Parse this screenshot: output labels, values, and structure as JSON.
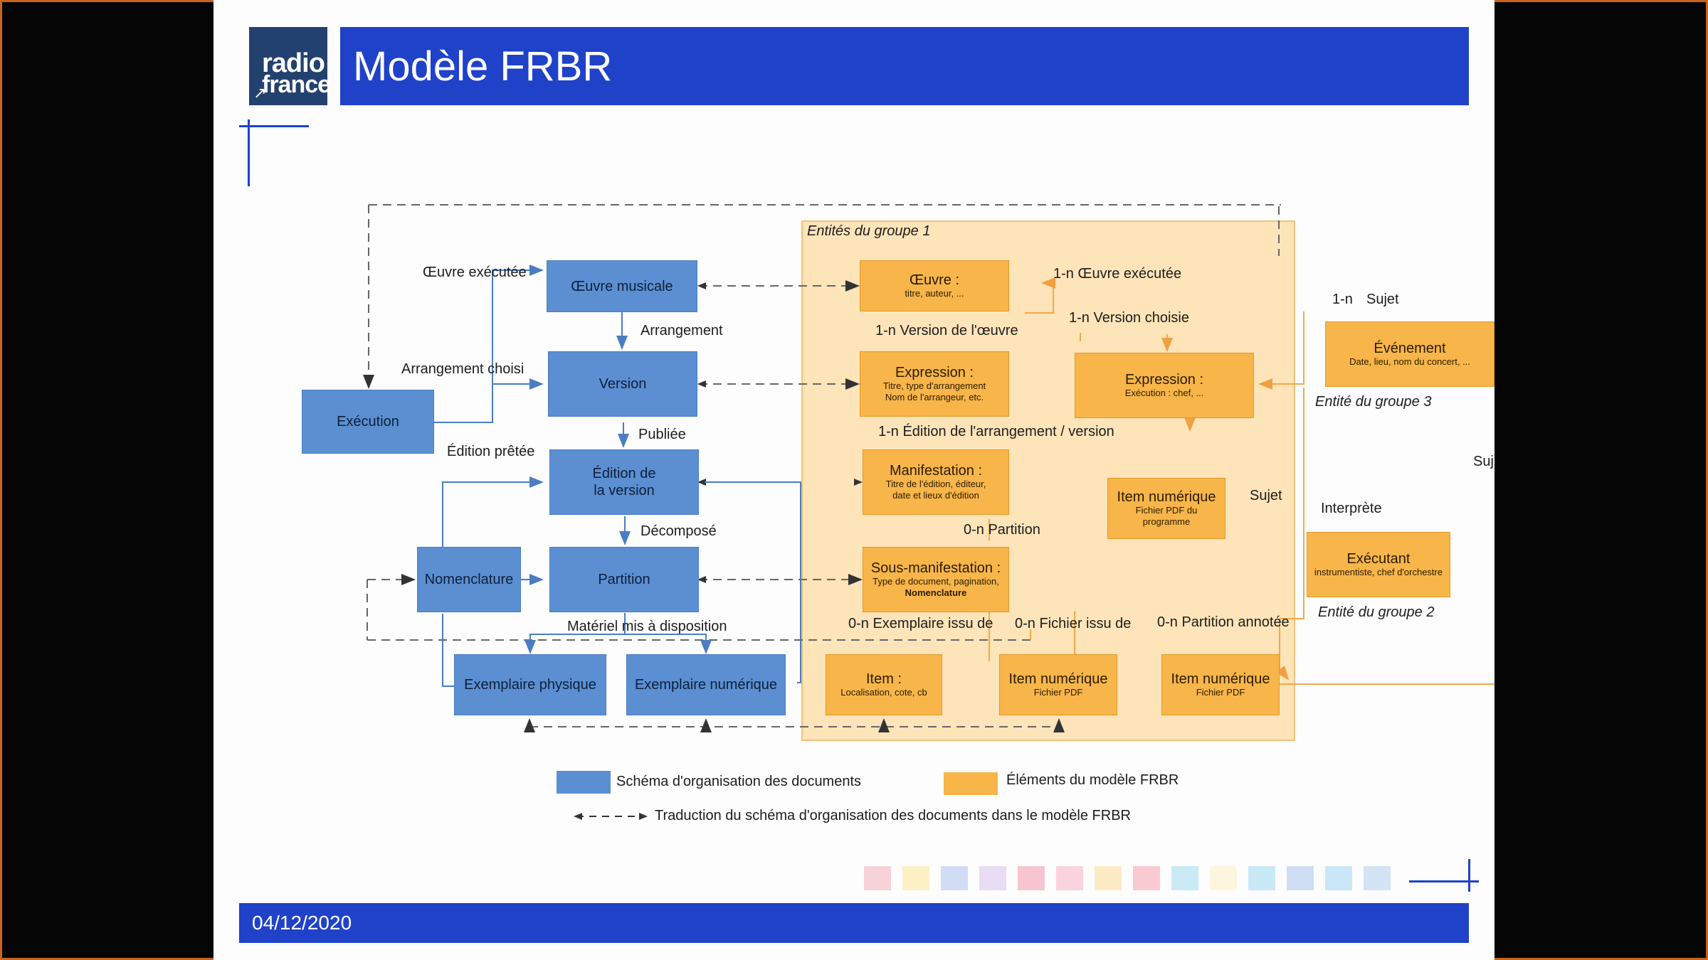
{
  "header": {
    "logo_line1": "radio",
    "logo_line2": "france",
    "title": "Modèle FRBR"
  },
  "footer": {
    "date": "04/12/2020"
  },
  "diagram": {
    "group1_label": "Entités du groupe 1",
    "group2_label": "Entité du groupe 2",
    "group3_label": "Entité du groupe 3",
    "blue_boxes": {
      "execution": "Exécution",
      "oeuvre_musicale": "Œuvre musicale",
      "version": "Version",
      "edition_1": "Édition de",
      "edition_2": "la version",
      "nomenclature": "Nomenclature",
      "partition": "Partition",
      "exemplaire_physique": "Exemplaire physique",
      "exemplaire_numerique": "Exemplaire numérique"
    },
    "orange_boxes": {
      "oeuvre_title": "Œuvre :",
      "oeuvre_sub": "titre, auteur, ...",
      "expr1_title": "Expression :",
      "expr1_sub1": "Titre, type d'arrangement",
      "expr1_sub2": "Nom de l'arrangeur, etc.",
      "expr2_title": "Expression :",
      "expr2_sub": "Exécution : chef, ...",
      "manif_title": "Manifestation :",
      "manif_sub1": "Titre de l'édition, éditeur,",
      "manif_sub2": "date et lieux d'édition",
      "itemnum_prog_title": "Item numérique",
      "itemnum_prog_sub1": "Fichier PDF du",
      "itemnum_prog_sub2": "programme",
      "sousmanif_title": "Sous-manifestation :",
      "sousmanif_sub1": "Type de document, pagination,",
      "sousmanif_sub2": "Nomenclature",
      "item_title": "Item :",
      "item_sub": "Localisation, cote, cb",
      "itemnum1_title": "Item numérique",
      "itemnum1_sub": "Fichier PDF",
      "itemnum2_title": "Item numérique",
      "itemnum2_sub": "Fichier PDF",
      "evenement_title": "Événement",
      "evenement_sub": "Date, lieu, nom du concert, ...",
      "executant_title": "Exécutant",
      "executant_sub": "instrumentiste, chef d'orchestre"
    },
    "labels": {
      "oeuvre_executee": "Œuvre exécutée",
      "arrangement_choisi": "Arrangement choisi",
      "edition_pretee": "Édition prêtée",
      "arrangement": "Arrangement",
      "publiee": "Publiée",
      "decompose": "Décomposé",
      "materiel": "Matériel mis à disposition",
      "r_oeuvre_executee": "1-n  Œuvre exécutée",
      "r_version_oeuvre": "1-n  Version de l'œuvre",
      "r_version_choisie": "1-n  Version choisie",
      "r_edition": "1-n  Édition de l'arrangement / version",
      "r_partition": "0-n  Partition",
      "r_exemplaire": "0-n Exemplaire issu de",
      "r_fichier": "0-n  Fichier issu de",
      "r_partition_annotee": "0-n  Partition annotée",
      "sujet_1n": "1-n",
      "sujet": "Sujet",
      "sujet2": "Sujet",
      "interprete": "Interprète",
      "suj_cut": "Suj"
    },
    "legend": {
      "blue": "Schéma d'organisation des documents",
      "orange": "Éléments du modèle FRBR",
      "arrow": "Traduction du schéma d'organisation des documents dans le modèle FRBR"
    },
    "colors": {
      "blue_box": "#5b8fd2",
      "orange_box": "#f7b54a",
      "group_bg": "#fde4b9",
      "title_bar": "#1f42c9"
    }
  }
}
